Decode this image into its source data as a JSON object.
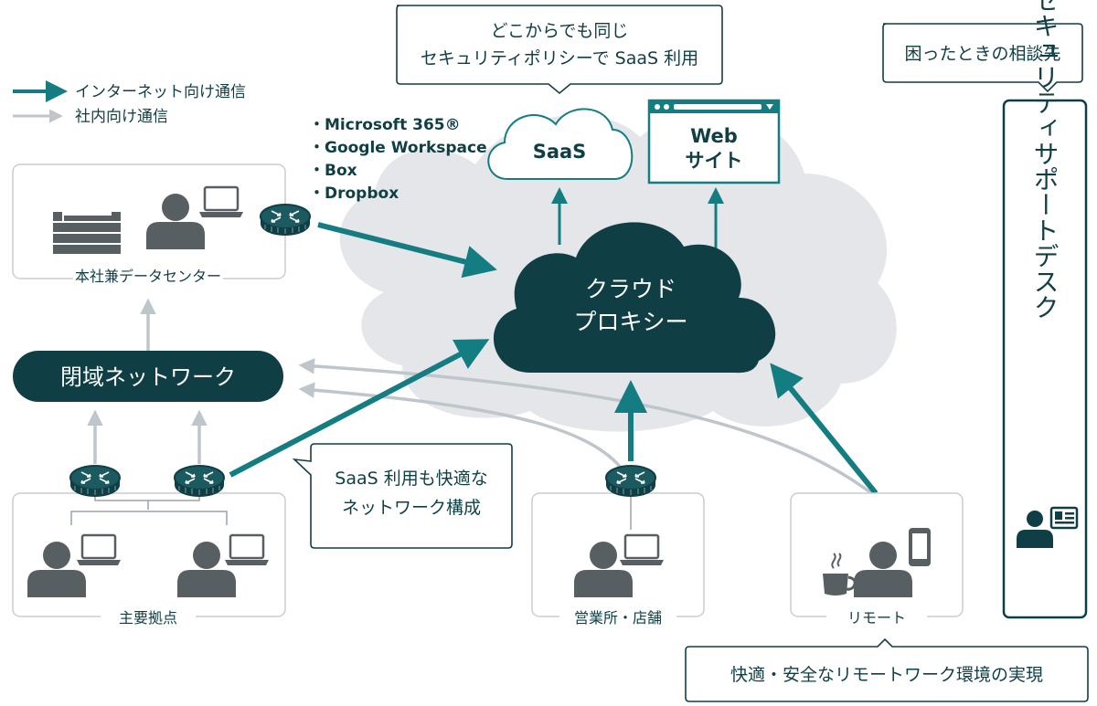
{
  "legend": {
    "internet": "インターネット向け通信",
    "internal": "社内向け通信"
  },
  "saas_list": [
    "・Microsoft 365®",
    "・Google Workspace",
    "・Box",
    "・Dropbox"
  ],
  "callouts": {
    "top_line1": "どこからでも同じ",
    "top_line2": "セキュリティポリシーで SaaS 利用",
    "mid_line1": "SaaS 利用も快適な",
    "mid_line2": "ネットワーク構成",
    "help": "困ったときの相談先",
    "remote_env": "快適・安全なリモートワーク環境の実現"
  },
  "clouds": {
    "saas": "SaaS",
    "proxy_line1": "クラウド",
    "proxy_line2": "プロキシー"
  },
  "web": {
    "line1": "Web",
    "line2": "サイト"
  },
  "network": {
    "closed": "閉域ネットワーク"
  },
  "sites": {
    "hq": "本社兼データセンター",
    "main": "主要拠点",
    "sales": "営業所・店舗",
    "remote": "リモート"
  },
  "support": {
    "desk": "セキュリティサポートデスク"
  },
  "colors": {
    "dark_teal": "#0f3f45",
    "teal_arrow": "#137d82",
    "gray_arrow": "#bfc6cb",
    "background_cloud": "#e4e6e9"
  },
  "icons": [
    "router-icon",
    "person-icon",
    "laptop-icon",
    "server-icon",
    "smartphone-icon",
    "coffee-cup-icon",
    "id-card-icon",
    "browser-window-icon"
  ]
}
